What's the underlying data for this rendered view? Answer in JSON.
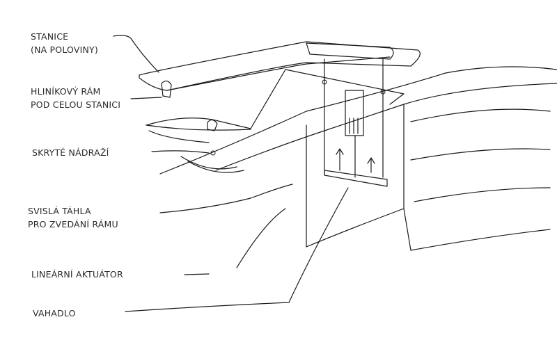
{
  "labels": {
    "station": [
      "STANICE",
      "(NA POLOVINY)"
    ],
    "frame": [
      "HLINÍKOVÝ RÁM",
      "POD CELOU STANICI"
    ],
    "hidden_station": "SKRYTÉ NÁDRAŽÍ",
    "rods": [
      "SVISLÁ TÁHLA",
      "PRO ZVEDÁNÍ RÁMU"
    ],
    "actuator": "LINEÁRNÍ AKTUÁTOR",
    "lever": "VAHADLO"
  }
}
